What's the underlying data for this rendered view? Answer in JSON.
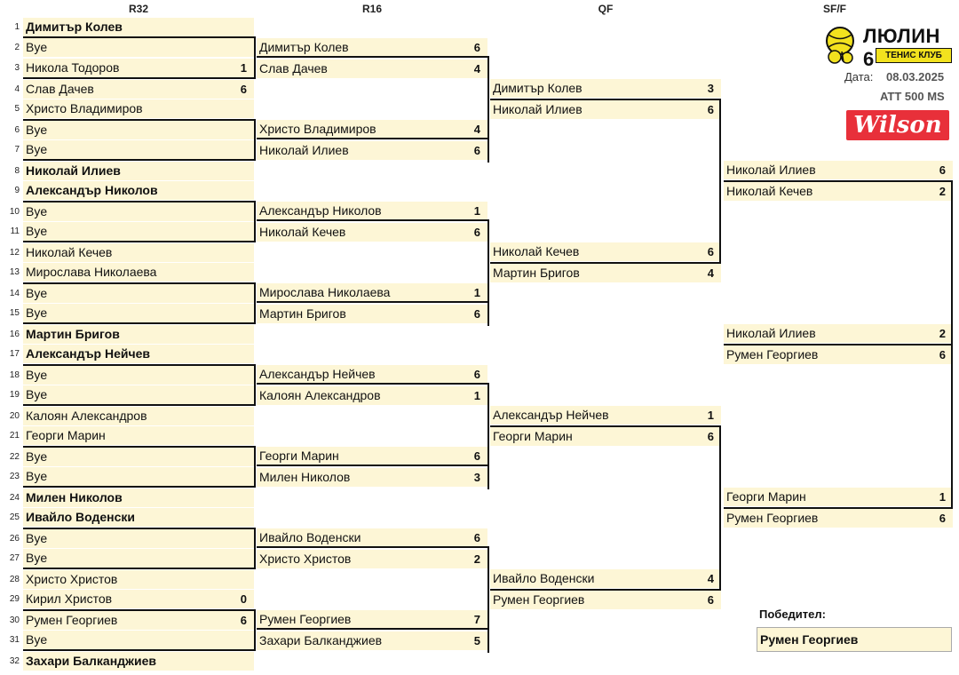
{
  "rounds": {
    "r32": "R32",
    "r16": "R16",
    "qf": "QF",
    "sf": "SF/F"
  },
  "club": {
    "name": "ЛЮЛИН 6",
    "subtitle": "ТЕНИС КЛУБ"
  },
  "date_label": "Дата:",
  "date_value": "08.03.2025",
  "tournament": "ATT 500 MS",
  "sponsor": "Wilson",
  "colors": {
    "cell_bg": "#fdf6d6",
    "sponsor_red": "#e8303a",
    "club_yellow": "#f2e21e"
  },
  "r32": [
    {
      "n": "1",
      "name": "Димитър Колев",
      "score": ""
    },
    {
      "n": "2",
      "name": "Bye",
      "score": ""
    },
    {
      "n": "3",
      "name": "Никола Тодоров",
      "score": "1"
    },
    {
      "n": "4",
      "name": "Слав Дачев",
      "score": "6"
    },
    {
      "n": "5",
      "name": "Христо Владимиров",
      "score": ""
    },
    {
      "n": "6",
      "name": "Bye",
      "score": ""
    },
    {
      "n": "7",
      "name": "Bye",
      "score": ""
    },
    {
      "n": "8",
      "name": "Николай Илиев",
      "score": ""
    },
    {
      "n": "9",
      "name": "Александър Николов",
      "score": ""
    },
    {
      "n": "10",
      "name": "Bye",
      "score": ""
    },
    {
      "n": "11",
      "name": "Bye",
      "score": ""
    },
    {
      "n": "12",
      "name": "Николай Кечев",
      "score": ""
    },
    {
      "n": "13",
      "name": "Мирослава Николаева",
      "score": ""
    },
    {
      "n": "14",
      "name": "Bye",
      "score": ""
    },
    {
      "n": "15",
      "name": "Bye",
      "score": ""
    },
    {
      "n": "16",
      "name": "Мартин Бригов",
      "score": ""
    },
    {
      "n": "17",
      "name": "Александър Нейчев",
      "score": ""
    },
    {
      "n": "18",
      "name": "Bye",
      "score": ""
    },
    {
      "n": "19",
      "name": "Bye",
      "score": ""
    },
    {
      "n": "20",
      "name": "Калоян Александров",
      "score": ""
    },
    {
      "n": "21",
      "name": "Георги Марин",
      "score": ""
    },
    {
      "n": "22",
      "name": "Bye",
      "score": ""
    },
    {
      "n": "23",
      "name": "Bye",
      "score": ""
    },
    {
      "n": "24",
      "name": "Милен Николов",
      "score": ""
    },
    {
      "n": "25",
      "name": "Ивайло Воденски",
      "score": ""
    },
    {
      "n": "26",
      "name": "Bye",
      "score": ""
    },
    {
      "n": "27",
      "name": "Bye",
      "score": ""
    },
    {
      "n": "28",
      "name": "Христо Христов",
      "score": ""
    },
    {
      "n": "29",
      "name": "Кирил Христов",
      "score": "0"
    },
    {
      "n": "30",
      "name": "Румен Георгиев",
      "score": "6"
    },
    {
      "n": "31",
      "name": "Bye",
      "score": ""
    },
    {
      "n": "32",
      "name": "Захари Балканджиев",
      "score": ""
    }
  ],
  "r16": [
    {
      "name": "Димитър Колев",
      "score": "6"
    },
    {
      "name": "Слав Дачев",
      "score": "4"
    },
    {
      "name": "Христо Владимиров",
      "score": "4"
    },
    {
      "name": "Николай Илиев",
      "score": "6"
    },
    {
      "name": "Александър Николов",
      "score": "1"
    },
    {
      "name": "Николай Кечев",
      "score": "6"
    },
    {
      "name": "Мирослава Николаева",
      "score": "1"
    },
    {
      "name": "Мартин Бригов",
      "score": "6"
    },
    {
      "name": "Александър Нейчев",
      "score": "6"
    },
    {
      "name": "Калоян Александров",
      "score": "1"
    },
    {
      "name": "Георги Марин",
      "score": "6"
    },
    {
      "name": "Милен Николов",
      "score": "3"
    },
    {
      "name": "Ивайло Воденски",
      "score": "6"
    },
    {
      "name": "Христо Христов",
      "score": "2"
    },
    {
      "name": "Румен Георгиев",
      "score": "7"
    },
    {
      "name": "Захари Балканджиев",
      "score": "5"
    }
  ],
  "qf": [
    {
      "name": "Димитър Колев",
      "score": "3"
    },
    {
      "name": "Николай Илиев",
      "score": "6"
    },
    {
      "name": "Николай Кечев",
      "score": "6"
    },
    {
      "name": "Мартин Бригов",
      "score": "4"
    },
    {
      "name": "Александър Нейчев",
      "score": "1"
    },
    {
      "name": "Георги Марин",
      "score": "6"
    },
    {
      "name": "Ивайло Воденски",
      "score": "4"
    },
    {
      "name": "Румен Георгиев",
      "score": "6"
    }
  ],
  "sf": [
    {
      "name": "Николай Илиев",
      "score": "6"
    },
    {
      "name": "Николай Кечев",
      "score": "2"
    },
    {
      "name": "Георги Марин",
      "score": "1"
    },
    {
      "name": "Румен Георгиев",
      "score": "6"
    }
  ],
  "final": [
    {
      "name": "Николай Илиев",
      "score": "2"
    },
    {
      "name": "Румен Георгиев",
      "score": "6"
    }
  ],
  "winner_label": "Победител:",
  "winner": "Румен Георгиев"
}
